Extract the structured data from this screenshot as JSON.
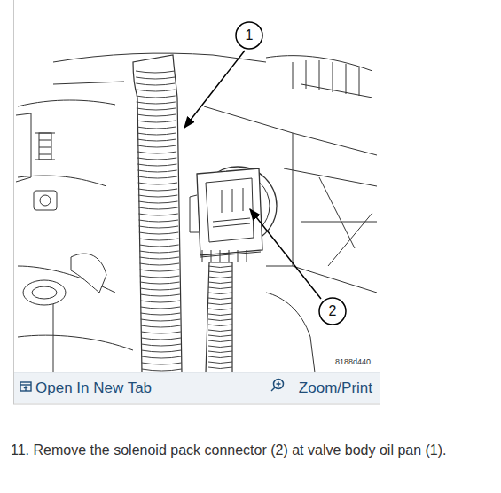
{
  "diagram": {
    "caption": "11. Remove the solenoid pack connector (2) at valve body oil pan (1).",
    "nodes": [
      {
        "text": [
          "1"
        ]
      },
      {
        "text": [
          "2"
        ]
      }
    ],
    "labels": [
      "8188d440",
      "Open In New Tab",
      "Zoom/Print"
    ]
  }
}
